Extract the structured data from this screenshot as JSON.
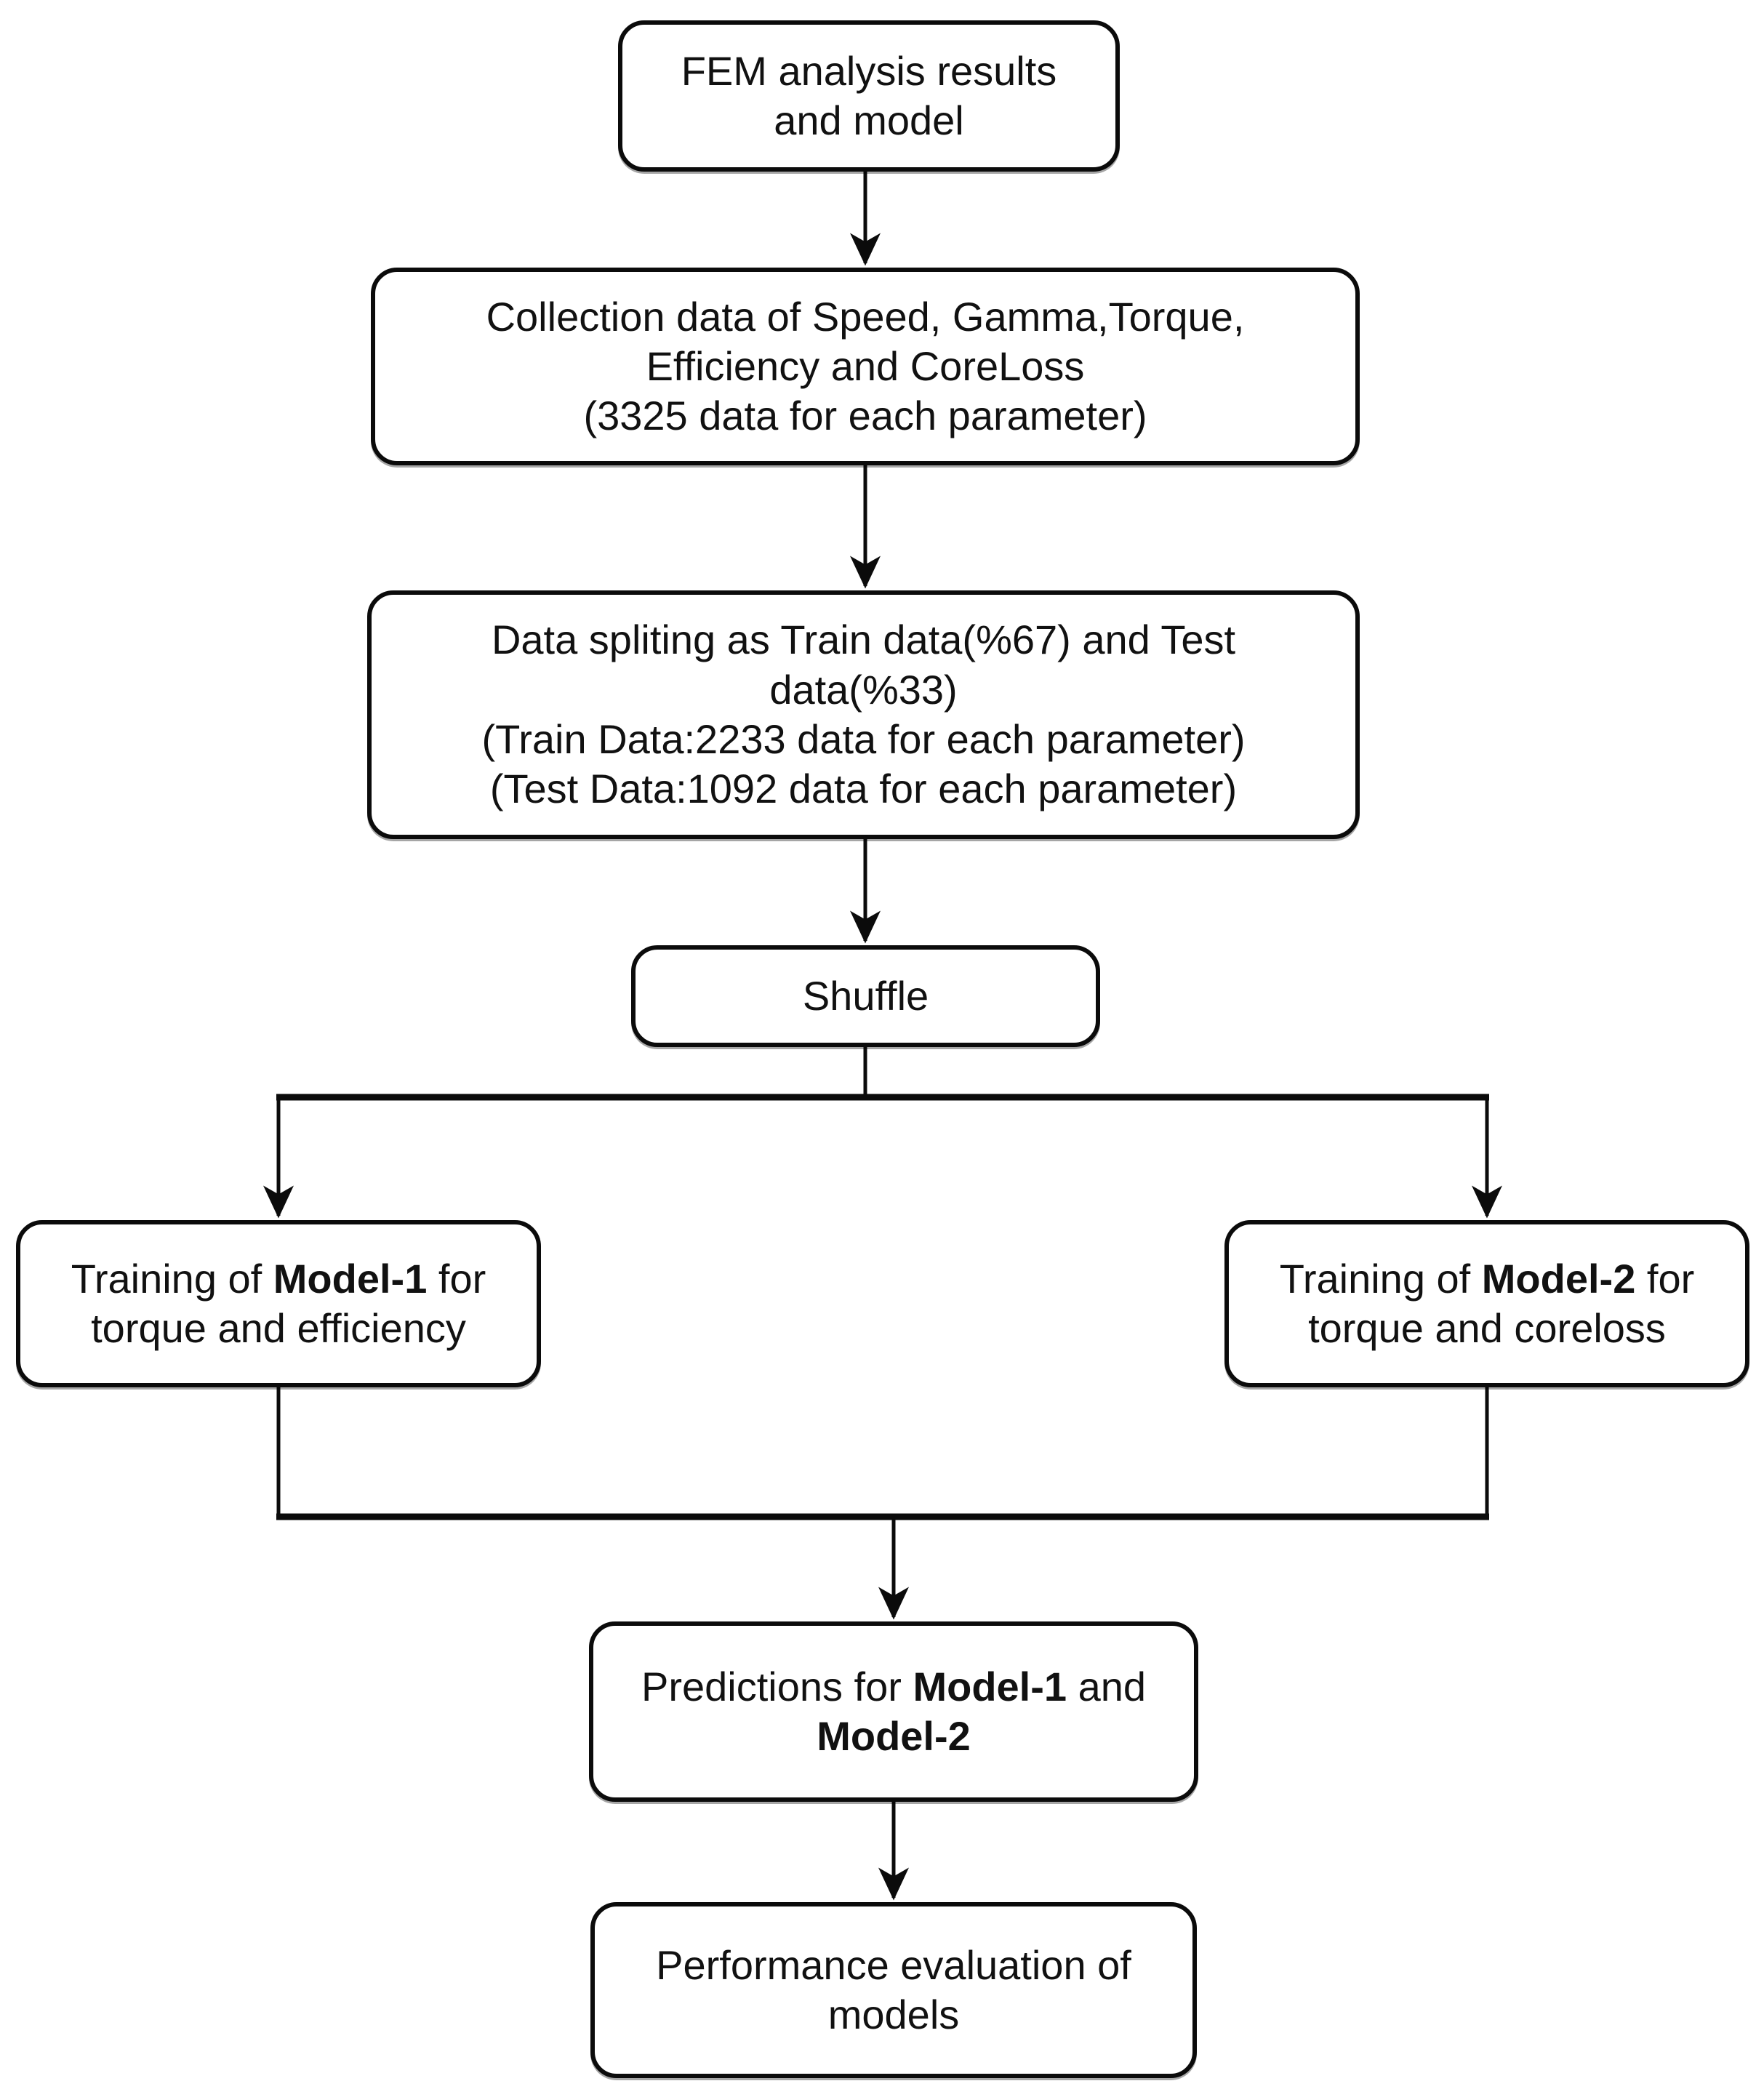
{
  "diagram": {
    "title": "Machine learning workflow flowchart",
    "colors": {
      "background": "#ffffff",
      "line": "#0b0b0b",
      "text": "#111111"
    },
    "nodes": {
      "fem": {
        "line1": "FEM analysis results",
        "line2": "and model"
      },
      "collection": {
        "line1": "Collection data of Speed, Gamma,Torque,",
        "line2": "Efficiency and CoreLoss",
        "line3": "(3325 data for each parameter)"
      },
      "split": {
        "line1": "Data spliting as Train data(%67) and Test",
        "line2": "data(%33)",
        "line3": "(Train Data:2233 data for each parameter)",
        "line4": "(Test Data:1092 data for each parameter)"
      },
      "shuffle": {
        "line1": "Shuffle"
      },
      "model1": {
        "pre": "Training of ",
        "bold": "Model-1",
        "post": " for",
        "line2": "torque and efficiency"
      },
      "model2": {
        "pre": "Training of ",
        "bold": "Model-2",
        "post": " for",
        "line2": "torque and coreloss"
      },
      "predictions": {
        "pre": "Predictions for ",
        "bold1": "Model-1",
        "mid": " and",
        "bold2": "Model-2"
      },
      "evaluation": {
        "line1": "Performance evaluation of",
        "line2": "models"
      }
    }
  }
}
